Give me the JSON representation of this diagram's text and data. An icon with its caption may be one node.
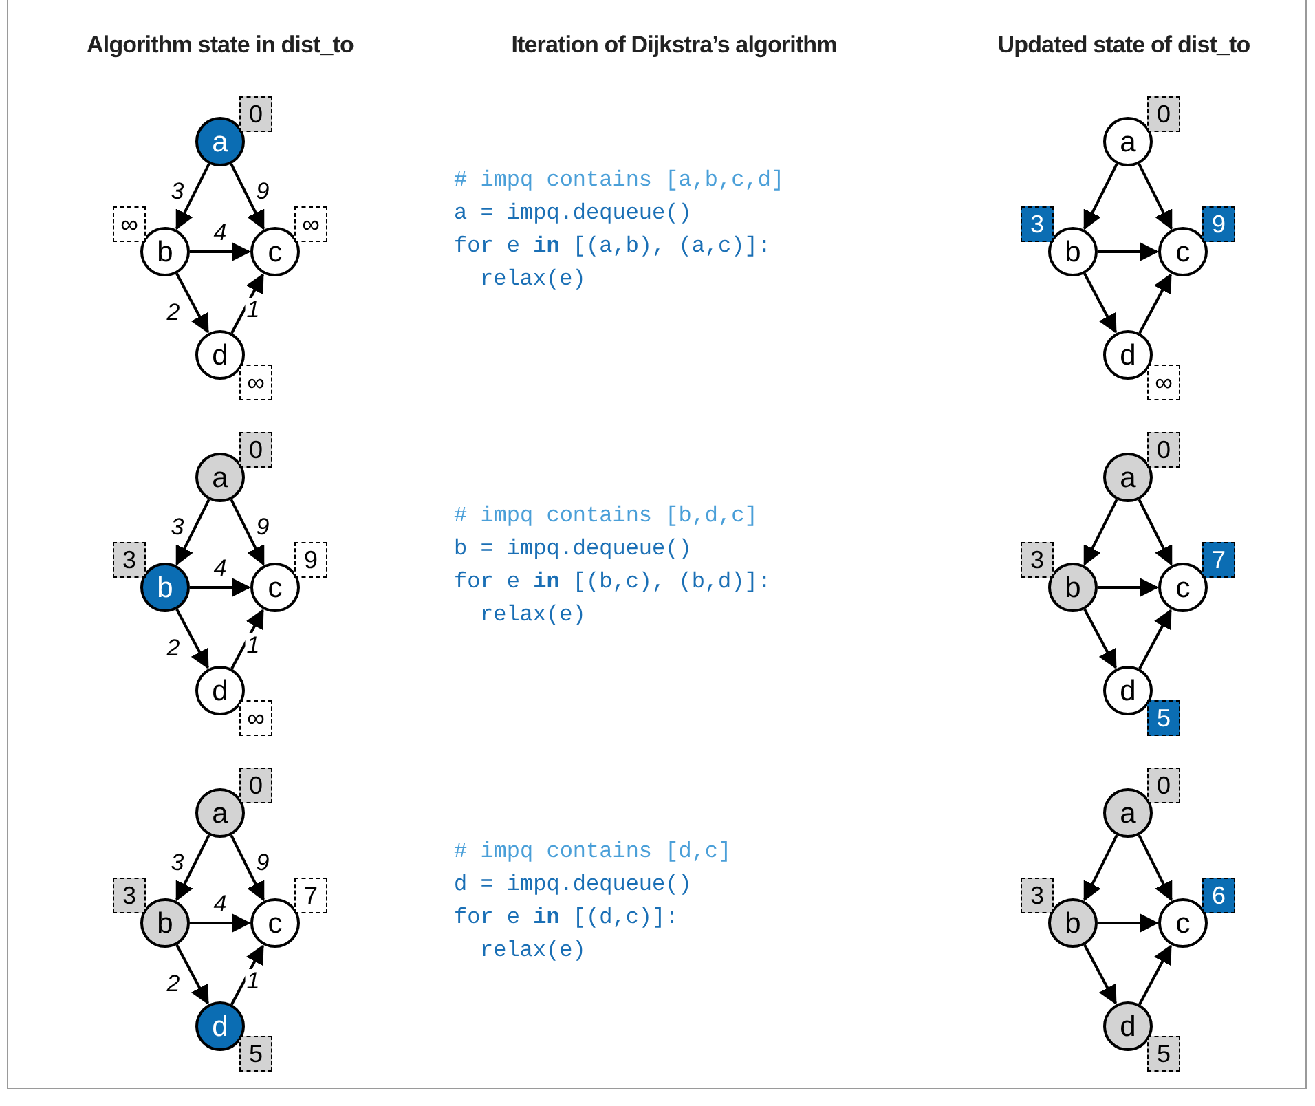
{
  "diagram": {
    "nodes": [
      {
        "text": [
          "a"
        ]
      },
      {
        "text": [
          "0"
        ]
      },
      {
        "text": [
          "b"
        ]
      },
      {
        "text": [
          "∞"
        ]
      },
      {
        "text": [
          "c"
        ]
      },
      {
        "text": [
          "∞"
        ]
      },
      {
        "text": [
          "d"
        ]
      },
      {
        "text": [
          "∞"
        ]
      },
      {
        "text": [
          "a"
        ]
      },
      {
        "text": [
          "0"
        ]
      },
      {
        "text": [
          "b"
        ]
      },
      {
        "text": [
          "3"
        ]
      },
      {
        "text": [
          "c"
        ]
      },
      {
        "text": [
          "9"
        ]
      },
      {
        "text": [
          "d"
        ]
      },
      {
        "text": [
          "∞"
        ]
      },
      {
        "text": [
          "a"
        ]
      },
      {
        "text": [
          "0"
        ]
      },
      {
        "text": [
          "b"
        ]
      },
      {
        "text": [
          "3"
        ]
      },
      {
        "text": [
          "c"
        ]
      },
      {
        "text": [
          "9"
        ]
      },
      {
        "text": [
          "d"
        ]
      },
      {
        "text": [
          "∞"
        ]
      },
      {
        "text": [
          "a"
        ]
      },
      {
        "text": [
          "0"
        ]
      },
      {
        "text": [
          "b"
        ]
      },
      {
        "text": [
          "3"
        ]
      },
      {
        "text": [
          "c"
        ]
      },
      {
        "text": [
          "7"
        ]
      },
      {
        "text": [
          "d"
        ]
      },
      {
        "text": [
          "5"
        ]
      },
      {
        "text": [
          "a"
        ]
      },
      {
        "text": [
          "0"
        ]
      },
      {
        "text": [
          "b"
        ]
      },
      {
        "text": [
          "3"
        ]
      },
      {
        "text": [
          "c"
        ]
      },
      {
        "text": [
          "7"
        ]
      },
      {
        "text": [
          "d"
        ]
      },
      {
        "text": [
          "5"
        ]
      },
      {
        "text": [
          "a"
        ]
      },
      {
        "text": [
          "0"
        ]
      },
      {
        "text": [
          "b"
        ]
      },
      {
        "text": [
          "3"
        ]
      },
      {
        "text": [
          "c"
        ]
      },
      {
        "text": [
          "6"
        ]
      },
      {
        "text": [
          "d"
        ]
      },
      {
        "text": [
          "5"
        ]
      }
    ],
    "edges": [
      {
        "from": 0,
        "to": 2,
        "arrow": "to",
        "label": "3"
      },
      {
        "from": 0,
        "to": 4,
        "arrow": "to",
        "label": "9"
      },
      {
        "from": 2,
        "to": 4,
        "arrow": "to",
        "label": "4"
      },
      {
        "from": 2,
        "to": 6,
        "arrow": "to",
        "label": "2"
      },
      {
        "from": 6,
        "to": 4,
        "arrow": "to",
        "label": "1"
      },
      {
        "from": 8,
        "to": 10,
        "arrow": "to"
      },
      {
        "from": 8,
        "to": 12,
        "arrow": "to"
      },
      {
        "from": 10,
        "to": 12,
        "arrow": "to"
      },
      {
        "from": 10,
        "to": 14,
        "arrow": "to"
      },
      {
        "from": 14,
        "to": 12,
        "arrow": "to"
      },
      {
        "from": 16,
        "to": 18,
        "arrow": "to",
        "label": "3"
      },
      {
        "from": 16,
        "to": 20,
        "arrow": "to",
        "label": "9"
      },
      {
        "from": 18,
        "to": 20,
        "arrow": "to",
        "label": "4"
      },
      {
        "from": 18,
        "to": 22,
        "arrow": "to",
        "label": "2"
      },
      {
        "from": 22,
        "to": 20,
        "arrow": "to",
        "label": "1"
      },
      {
        "from": 24,
        "to": 26,
        "arrow": "to"
      },
      {
        "from": 24,
        "to": 28,
        "arrow": "to"
      },
      {
        "from": 26,
        "to": 28,
        "arrow": "to"
      },
      {
        "from": 26,
        "to": 30,
        "arrow": "to"
      },
      {
        "from": 30,
        "to": 28,
        "arrow": "to"
      },
      {
        "from": 32,
        "to": 34,
        "arrow": "to",
        "label": "3"
      },
      {
        "from": 32,
        "to": 36,
        "arrow": "to",
        "label": "9"
      },
      {
        "from": 34,
        "to": 36,
        "arrow": "to",
        "label": "4"
      },
      {
        "from": 34,
        "to": 38,
        "arrow": "to",
        "label": "2"
      },
      {
        "from": 38,
        "to": 36,
        "arrow": "to",
        "label": "1"
      },
      {
        "from": 40,
        "to": 42,
        "arrow": "to"
      },
      {
        "from": 40,
        "to": 44,
        "arrow": "to"
      },
      {
        "from": 42,
        "to": 44,
        "arrow": "to"
      },
      {
        "from": 42,
        "to": 46,
        "arrow": "to"
      },
      {
        "from": 46,
        "to": 44,
        "arrow": "to"
      }
    ],
    "labels": [
      "Algorithm state in dist_to",
      "Iteration of Dijkstra’s algorithm",
      "Updated state of dist_to",
      "# impq contains [a,b,c,d]",
      "a = impq.dequeue()",
      "for e **in** [(a,b), (a,c)]:",
      "relax(e)",
      "# impq contains [b,d,c]",
      "b = impq.dequeue()",
      "for e **in** [(b,c), (b,d)]:",
      "relax(e)",
      "# impq contains [d,c]",
      "d = impq.dequeue()",
      "for e **in** [(d,c)]:",
      "relax(e)"
    ]
  }
}
